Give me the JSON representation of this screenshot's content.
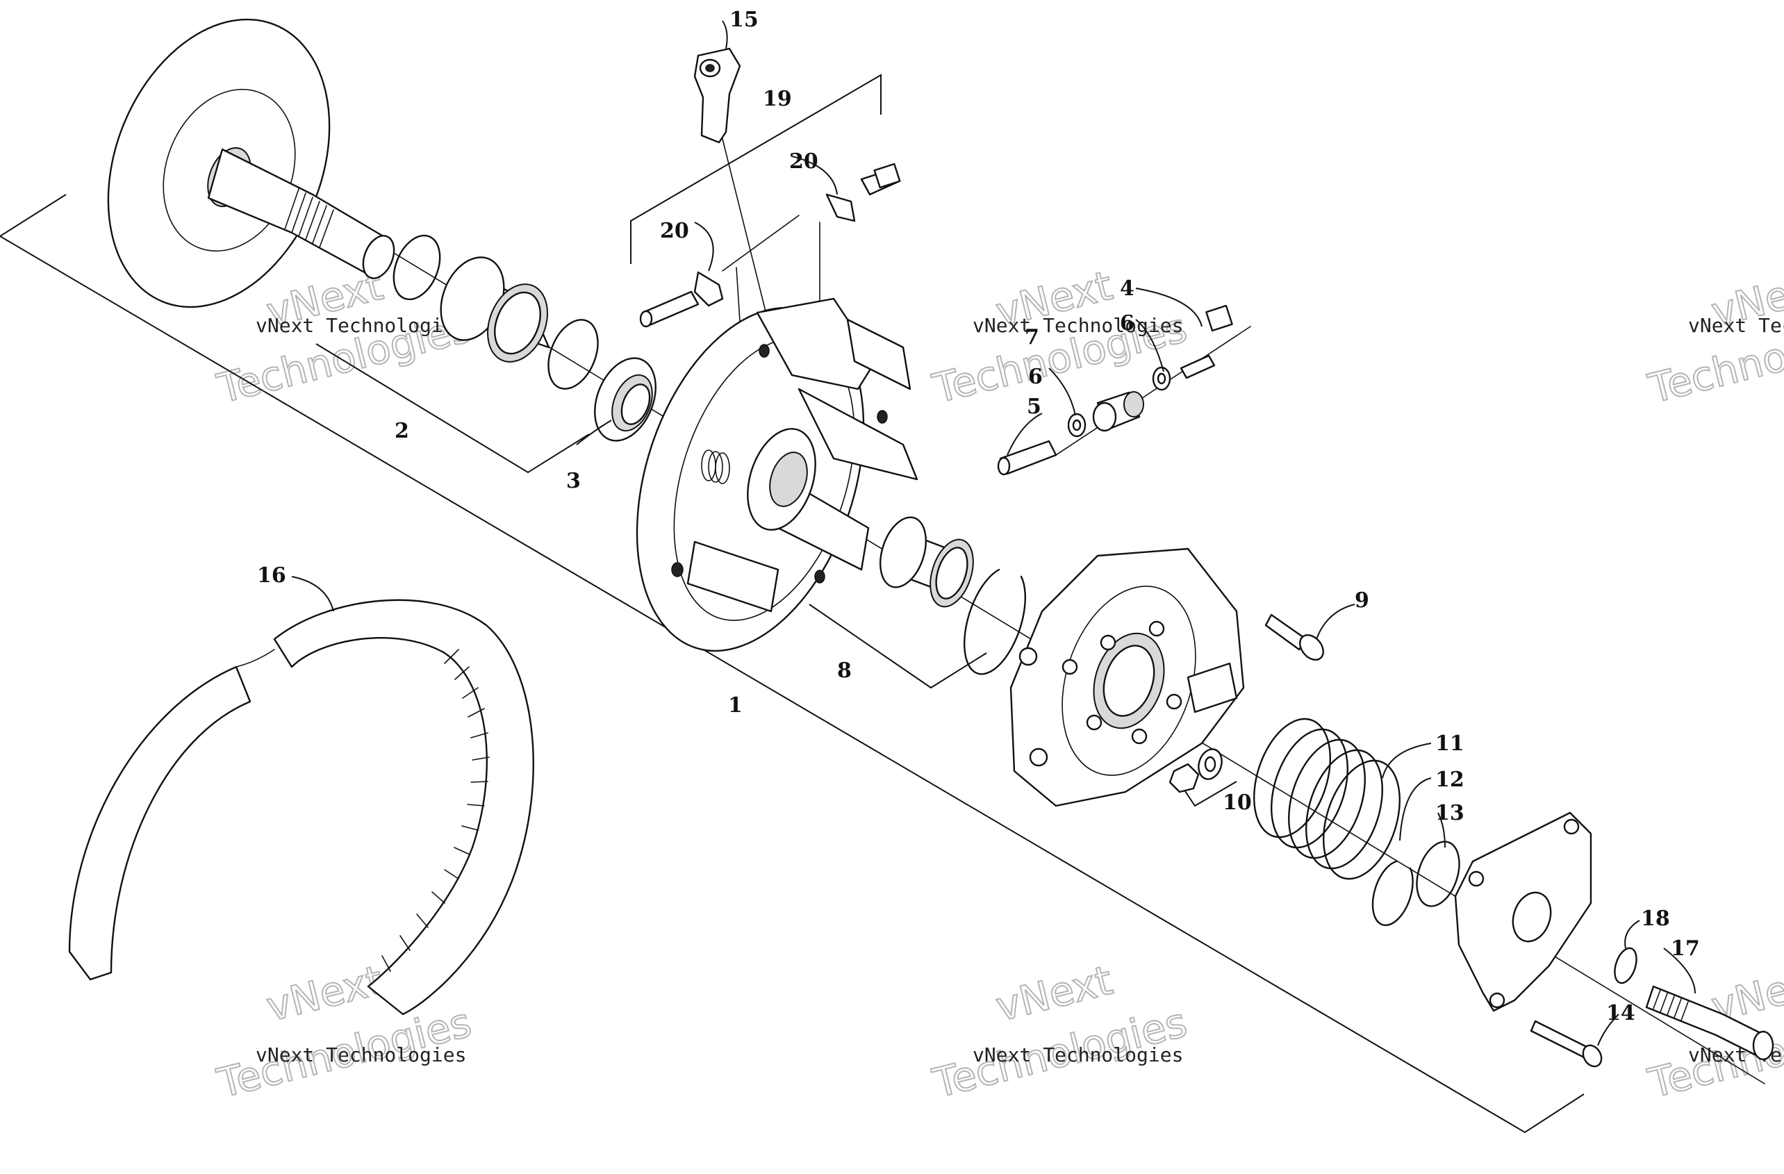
{
  "diagram": {
    "type": "exploded-parts-diagram",
    "callouts": [
      {
        "id": "c1",
        "label": "1"
      },
      {
        "id": "c2",
        "label": "2"
      },
      {
        "id": "c3",
        "label": "3"
      },
      {
        "id": "c4",
        "label": "4"
      },
      {
        "id": "c5",
        "label": "5"
      },
      {
        "id": "c6a",
        "label": "6"
      },
      {
        "id": "c6b",
        "label": "6"
      },
      {
        "id": "c7",
        "label": "7"
      },
      {
        "id": "c8",
        "label": "8"
      },
      {
        "id": "c9",
        "label": "9"
      },
      {
        "id": "c10",
        "label": "10"
      },
      {
        "id": "c11",
        "label": "11"
      },
      {
        "id": "c12",
        "label": "12"
      },
      {
        "id": "c13",
        "label": "13"
      },
      {
        "id": "c14",
        "label": "14"
      },
      {
        "id": "c15",
        "label": "15"
      },
      {
        "id": "c16",
        "label": "16"
      },
      {
        "id": "c17",
        "label": "17"
      },
      {
        "id": "c18",
        "label": "18"
      },
      {
        "id": "c19",
        "label": "19"
      },
      {
        "id": "c20a",
        "label": "20"
      },
      {
        "id": "c20b",
        "label": "20"
      }
    ]
  },
  "watermark": {
    "company_line": "vNext Technologies",
    "big_word_1": "vNext",
    "big_word_2": "Technologies"
  }
}
